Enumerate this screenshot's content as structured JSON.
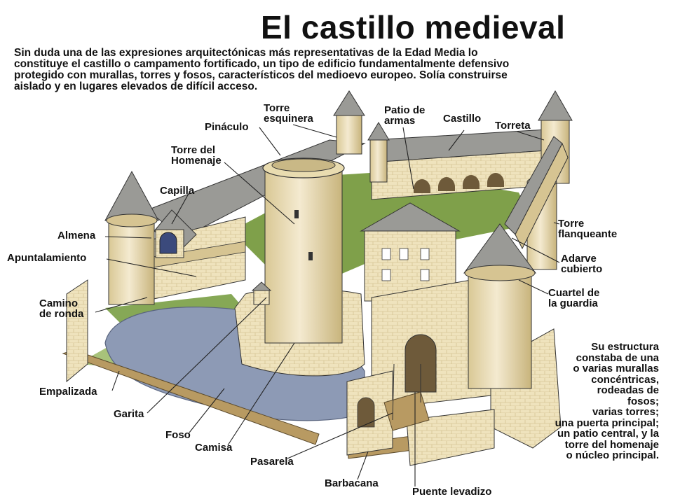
{
  "title": "El castillo medieval",
  "intro_lines": [
    "Sin duda una de las expresiones arquitectónicas más  representativas de la Edad Media lo",
    "constituye el castillo o campamento  fortificado, un tipo de edificio fundamentalmente defensivo",
    "protegido con  murallas, torres y fosos, característicos del medioevo europeo. Solía  construirse",
    "aislado y en lugares elevados de difícil acceso."
  ],
  "labels": {
    "torre_esquinera": [
      "Torre",
      "esquinera"
    ],
    "patio_de_armas": [
      "Patio de",
      "armas"
    ],
    "castillo": [
      "Castillo"
    ],
    "torreta": [
      "Torreta"
    ],
    "pinaculo": [
      "Pináculo"
    ],
    "torre_del_homenaje": [
      "Torre del",
      "Homenaje"
    ],
    "capilla": [
      "Capilla"
    ],
    "almena": [
      "Almena"
    ],
    "apuntalamiento": [
      "Apuntalamiento"
    ],
    "camino_de_ronda": [
      "Camino",
      "de ronda"
    ],
    "torre_flanqueante": [
      "Torre",
      "flanqueante"
    ],
    "adarve_cubierto": [
      "Adarve",
      "cubierto"
    ],
    "cuartel_de_la_guardia": [
      "Cuartel de",
      "la guardia"
    ],
    "empalizada": [
      "Empalizada"
    ],
    "garita": [
      "Garita"
    ],
    "foso": [
      "Foso"
    ],
    "camisa": [
      "Camisa"
    ],
    "pasarela": [
      "Pasarela"
    ],
    "barbacana": [
      "Barbacana"
    ],
    "puente_levadizo": [
      "Puente levadizo"
    ]
  },
  "summary_lines": [
    "Su estructura",
    "constaba de una",
    "o varias murallas",
    "concéntricas,",
    "rodeadas de",
    "fosos;",
    "varias torres;",
    "una puerta principal;",
    "un patio central, y la",
    "torre del homenaje",
    "o núcleo principal."
  ],
  "colors": {
    "stone": "#efe3bd",
    "stone_shadow": "#d6c492",
    "roof": "#9a9a96",
    "grass": "#7fa04a",
    "water": "#8d9ab5",
    "line": "#222222"
  }
}
